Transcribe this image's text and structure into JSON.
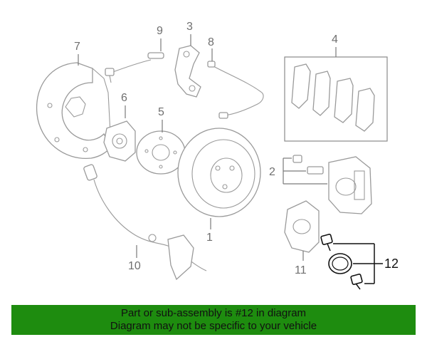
{
  "diagram": {
    "callouts": {
      "c1": "1",
      "c2": "2",
      "c3": "3",
      "c4": "4",
      "c5": "5",
      "c6": "6",
      "c7": "7",
      "c8": "8",
      "c9": "9",
      "c10": "10",
      "c11": "11",
      "c12": "12"
    },
    "highlighted_part": "12",
    "colors": {
      "banner": "#1e8c0f",
      "line_art": "#9a9a9a",
      "highlight": "#111111"
    }
  },
  "banner": {
    "line1": "Part or sub-assembly is #12 in diagram",
    "line2": "Diagram may not be specific to your vehicle"
  }
}
